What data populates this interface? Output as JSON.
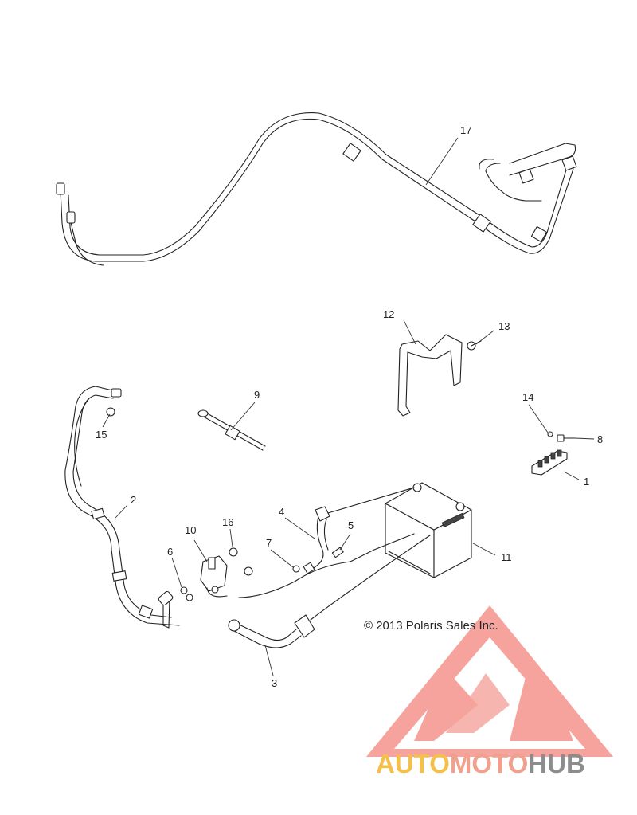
{
  "diagram": {
    "callouts": {
      "c1": "1",
      "c2": "2",
      "c3": "3",
      "c4": "4",
      "c5": "5",
      "c6": "6",
      "c7": "7",
      "c8": "8",
      "c9": "9",
      "c10": "10",
      "c11": "11",
      "c12": "12",
      "c13": "13",
      "c14": "14",
      "c15": "15",
      "c16": "16",
      "c17": "17"
    },
    "copyright": "© 2013 Polaris Sales Inc."
  },
  "watermark": {
    "part1": "AUTO",
    "part2": "MOTO",
    "part3": "HUB",
    "colors": {
      "auto": "#f5c04a",
      "moto": "#f0a08c",
      "hub": "#8c8c8c",
      "logo": "#f2857c"
    }
  }
}
